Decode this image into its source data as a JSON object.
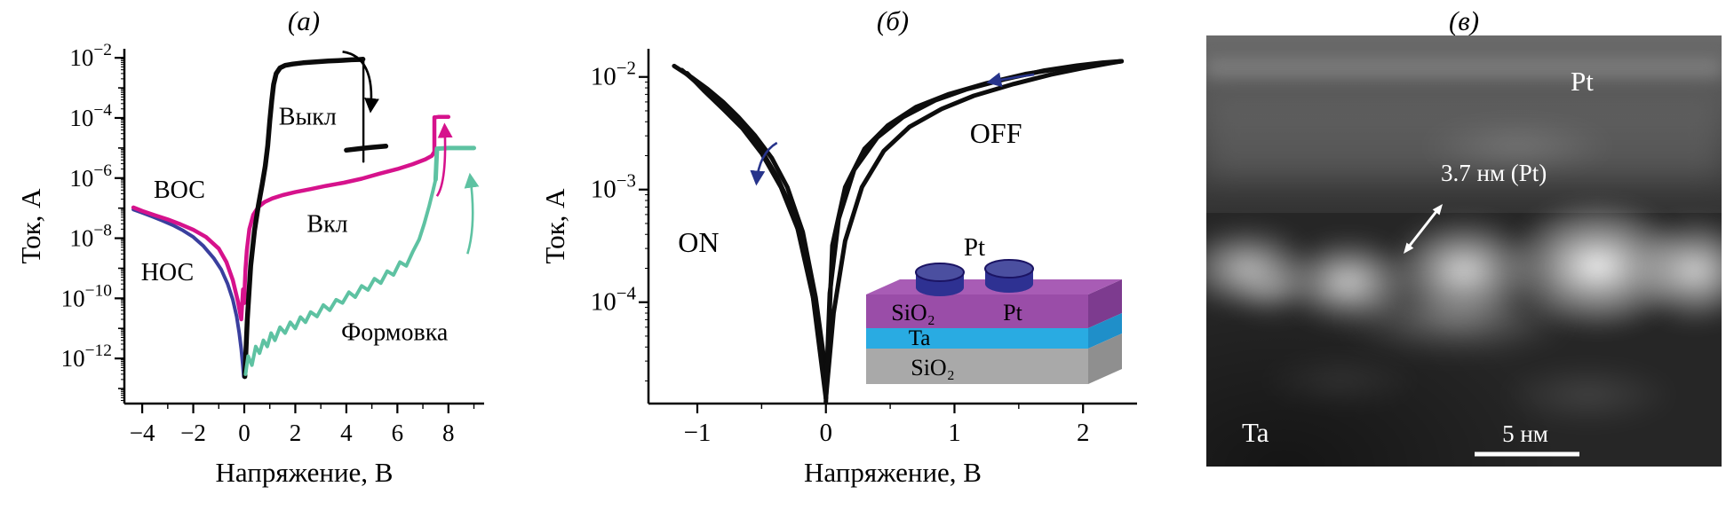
{
  "figure": {
    "background": "#ffffff",
    "panels": [
      {
        "label": "(а)"
      },
      {
        "label": "(б)"
      },
      {
        "label": "(в)"
      }
    ]
  },
  "chart_data": [
    {
      "type": "line",
      "title": "",
      "xlabel": "Напряжение, В",
      "ylabel": "Ток, А",
      "xlim": [
        -4.7,
        9.4
      ],
      "ylim_exp": [
        -13.5,
        -1.7
      ],
      "x_ticks": [
        -4,
        -2,
        0,
        2,
        4,
        6,
        8
      ],
      "x_minor_step": 1,
      "y_tick_exps": [
        -2,
        -4,
        -6,
        -8,
        -10,
        -12
      ],
      "grid": false,
      "series": [
        {
          "name": "hrs-negative-branch",
          "color": "#3a3f9e",
          "width": 4,
          "x": [
            -4.35,
            -4.0,
            -3.6,
            -3.2,
            -2.8,
            -2.4,
            -2.0,
            -1.6,
            -1.2,
            -0.9,
            -0.65,
            -0.45,
            -0.3,
            -0.2,
            -0.12,
            -0.06,
            -0.02
          ],
          "y": [
            9e-08,
            7e-08,
            5.2e-08,
            3.8e-08,
            2.7e-08,
            1.8e-08,
            1.1e-08,
            5.5e-09,
            2.2e-09,
            9e-10,
            3e-10,
            9e-11,
            2.5e-11,
            7e-12,
            2e-12,
            6e-13,
            2.5e-13
          ]
        },
        {
          "name": "set-sweep-magenta",
          "color": "#d6128c",
          "width": 4.5,
          "x": [
            -4.35,
            -4.0,
            -3.5,
            -3.0,
            -2.5,
            -2.0,
            -1.5,
            -1.0,
            -0.7,
            -0.45,
            -0.25,
            -0.12,
            -0.05,
            0.0,
            0.02,
            0.05,
            0.1,
            0.2,
            0.35,
            0.55,
            0.8,
            1.1,
            1.5,
            2.0,
            2.6,
            3.2,
            3.9,
            4.6,
            5.3,
            6.0,
            6.6,
            7.1,
            7.35,
            7.45,
            7.45,
            7.5,
            7.6,
            7.8,
            8.0
          ],
          "y": [
            1.05e-07,
            8e-08,
            5.8e-08,
            4.2e-08,
            2.9e-08,
            1.9e-08,
            1.1e-08,
            4.5e-09,
            1.6e-09,
            4e-10,
            8e-11,
            2e-11,
            2e-10,
            7e-11,
            3e-10,
            1e-09,
            4e-09,
            2e-08,
            6e-08,
            1.1e-07,
            1.6e-07,
            2.1e-07,
            2.7e-07,
            3.4e-07,
            4.3e-07,
            5.5e-07,
            7e-07,
            9.5e-07,
            1.4e-06,
            2e-06,
            2.9e-06,
            4.2e-06,
            5.5e-06,
            7.5e-06,
            0.000105,
            0.000105,
            0.000108,
            0.000108,
            0.000108
          ]
        },
        {
          "name": "reset-sweep-black",
          "color": "#0b0b0b",
          "width": 5.5,
          "x": [
            0.02,
            0.12,
            0.25,
            0.4,
            0.55,
            0.7,
            0.82,
            0.92,
            1.0,
            1.08,
            1.15,
            1.25,
            1.4,
            1.6,
            1.9,
            2.3,
            2.8,
            3.3,
            3.8,
            4.2,
            4.5,
            4.65
          ],
          "y": [
            2.5e-13,
            2e-11,
            1.2e-09,
            1.8e-08,
            1.2e-07,
            6e-07,
            2.5e-06,
            1.2e-05,
            8e-05,
            0.0004,
            0.0013,
            0.003,
            0.0046,
            0.0056,
            0.0062,
            0.0068,
            0.0073,
            0.0078,
            0.0082,
            0.0086,
            0.0088,
            0.009
          ]
        },
        {
          "name": "reset-drop-black",
          "color": "#0b0b0b",
          "width": 2.5,
          "x": [
            4.67,
            4.67
          ],
          "y": [
            0.009,
            3.5e-06
          ]
        },
        {
          "name": "post-reset-segment-black",
          "color": "#0b0b0b",
          "width": 5.5,
          "x": [
            4.0,
            4.5,
            5.0,
            5.55
          ],
          "y": [
            8.5e-06,
            9.5e-06,
            1.05e-05,
            1.15e-05
          ]
        },
        {
          "name": "forming-teal",
          "color": "#5ec2a2",
          "width": 4,
          "x": [
            0.05,
            0.15,
            0.3,
            0.45,
            0.6,
            0.75,
            0.9,
            1.05,
            1.2,
            1.4,
            1.6,
            1.8,
            2.0,
            2.2,
            2.4,
            2.6,
            2.85,
            3.1,
            3.35,
            3.6,
            3.85,
            4.1,
            4.35,
            4.6,
            4.85,
            5.1,
            5.35,
            5.6,
            5.85,
            6.1,
            6.35,
            6.6,
            6.85,
            7.05,
            7.25,
            7.4,
            7.5
          ],
          "y": [
            3e-13,
            1.2e-12,
            6e-13,
            2.5e-12,
            1.5e-12,
            4e-12,
            2.5e-12,
            7e-12,
            4e-12,
            1.1e-11,
            7e-12,
            1.6e-11,
            1e-11,
            2.4e-11,
            1.6e-11,
            3.5e-11,
            2.5e-11,
            6e-11,
            4e-11,
            9e-11,
            7e-11,
            1.6e-10,
            1.1e-10,
            2.6e-10,
            1.9e-10,
            4.5e-10,
            3.2e-10,
            8e-10,
            6e-10,
            1.6e-09,
            1.2e-09,
            3.5e-09,
            9e-09,
            3e-08,
            1.2e-07,
            4e-07,
            9e-07
          ]
        },
        {
          "name": "forming-after-jump-teal",
          "color": "#5ec2a2",
          "width": 5,
          "x": [
            7.5,
            7.55,
            8.0,
            8.5,
            9.0
          ],
          "y": [
            9e-07,
            9.5e-06,
            1e-05,
            1e-05,
            1e-05
          ]
        }
      ],
      "annotations": [
        {
          "text": "Выкл",
          "x": 1.35,
          "y": 6e-05,
          "color": "#000000"
        },
        {
          "text": "Вкл",
          "x": 2.45,
          "y": 1.6e-08,
          "color": "#000000"
        },
        {
          "text": "ВОС",
          "x": -3.55,
          "y": 2.2e-07,
          "color": "#000000"
        },
        {
          "text": "НОС",
          "x": -4.05,
          "y": 4e-10,
          "color": "#000000"
        },
        {
          "text": "Формовка",
          "x": 3.8,
          "y": 4e-12,
          "color": "#000000"
        }
      ],
      "arrows": [
        {
          "x1": 3.85,
          "y1": 0.016,
          "cx": 5.15,
          "cy": 0.011,
          "x2": 4.95,
          "y2": 0.00018,
          "color": "#000000"
        },
        {
          "x1": 7.55,
          "y1": 2.5e-07,
          "cx": 7.95,
          "cy": 8e-07,
          "x2": 7.85,
          "y2": 5.5e-05,
          "color": "#d6128c"
        },
        {
          "x1": 8.75,
          "y1": 3e-09,
          "cx": 9.1,
          "cy": 3e-08,
          "x2": 8.85,
          "y2": 1.2e-06,
          "color": "#5ec2a2"
        }
      ]
    },
    {
      "type": "line",
      "title": "",
      "xlabel": "Напряжение, В",
      "ylabel": "Ток, А",
      "xlim": [
        -1.38,
        2.42
      ],
      "ylim_exp": [
        -4.9,
        -1.75
      ],
      "x_ticks": [
        -1,
        0,
        1,
        2
      ],
      "x_minor_step": 0.5,
      "y_tick_exps": [
        -2,
        -3,
        -4
      ],
      "grid": false,
      "series": [
        {
          "name": "hysteresis-neg-1",
          "color": "#0d0d0d",
          "width": 5,
          "x": [
            -1.18,
            -1.05,
            -0.92,
            -0.8,
            -0.68,
            -0.55,
            -0.42,
            -0.3,
            -0.18,
            -0.08,
            -0.02,
            0
          ],
          "y": [
            0.0125,
            0.01,
            0.0078,
            0.006,
            0.0044,
            0.003,
            0.0019,
            0.00105,
            0.00042,
            0.00011,
            3.5e-05,
            1.6e-05
          ]
        },
        {
          "name": "hysteresis-neg-2",
          "color": "#0d0d0d",
          "width": 5,
          "x": [
            -1.12,
            -1.0,
            -0.88,
            -0.75,
            -0.62,
            -0.5,
            -0.38,
            -0.26,
            -0.15,
            -0.06,
            0
          ],
          "y": [
            0.0115,
            0.0088,
            0.0066,
            0.0048,
            0.0034,
            0.0022,
            0.0013,
            0.00065,
            0.00024,
            6e-05,
            1.5e-05
          ]
        },
        {
          "name": "hysteresis-neg-3",
          "color": "#0d0d0d",
          "width": 5,
          "x": [
            -1.08,
            -0.95,
            -0.8,
            -0.65,
            -0.5,
            -0.35,
            -0.22,
            -0.1,
            0
          ],
          "y": [
            0.0108,
            0.0076,
            0.0052,
            0.0035,
            0.0021,
            0.00105,
            0.00045,
            0.00011,
            1.4e-05
          ]
        },
        {
          "name": "hysteresis-pos-up",
          "color": "#0d0d0d",
          "width": 5,
          "x": [
            0,
            0.06,
            0.15,
            0.28,
            0.45,
            0.65,
            0.9,
            1.15,
            1.45,
            1.75,
            2.0,
            2.2,
            2.3
          ],
          "y": [
            1.4e-05,
            8e-05,
            0.00035,
            0.00105,
            0.0022,
            0.0036,
            0.0052,
            0.0068,
            0.0086,
            0.0105,
            0.012,
            0.0132,
            0.0138
          ]
        },
        {
          "name": "hysteresis-pos-return-1",
          "color": "#0d0d0d",
          "width": 5,
          "x": [
            2.3,
            2.15,
            1.95,
            1.7,
            1.4,
            1.1,
            0.85,
            0.6,
            0.4,
            0.22,
            0.1,
            0.03,
            0
          ],
          "y": [
            0.0138,
            0.0134,
            0.0126,
            0.0114,
            0.0096,
            0.0078,
            0.0062,
            0.0044,
            0.0029,
            0.0015,
            0.00055,
            0.00012,
            1.5e-05
          ]
        },
        {
          "name": "hysteresis-pos-return-2",
          "color": "#0d0d0d",
          "width": 5,
          "x": [
            2.3,
            2.1,
            1.85,
            1.55,
            1.25,
            0.95,
            0.7,
            0.48,
            0.3,
            0.15,
            0.05,
            0
          ],
          "y": [
            0.0138,
            0.013,
            0.012,
            0.0106,
            0.0088,
            0.007,
            0.0054,
            0.0037,
            0.0023,
            0.00105,
            0.00032,
            1.3e-05
          ]
        }
      ],
      "annotations": [
        {
          "text": "ON",
          "x": -1.15,
          "y": 0.00028,
          "color": "#000000"
        },
        {
          "text": "OFF",
          "x": 1.12,
          "y": 0.0026,
          "color": "#000000"
        }
      ],
      "arrows": [
        {
          "x1": -0.38,
          "y1": 0.0026,
          "cx": -0.52,
          "cy": 0.0021,
          "x2": -0.54,
          "y2": 0.00115,
          "color": "#27348b"
        },
        {
          "x1": 1.62,
          "y1": 0.0105,
          "cx": 1.45,
          "cy": 0.0099,
          "x2": 1.27,
          "y2": 0.009,
          "color": "#27348b"
        }
      ],
      "inset": {
        "top_label": "Pt",
        "layer_top_left": "SiO₂",
        "layer_top_right": "Pt",
        "layer_mid": "Ta",
        "layer_bottom": "SiO₂",
        "colors": {
          "top_layer": "#9a4da8",
          "top_face": "#a85cb5",
          "mid_layer": "#29abe2",
          "bottom_layer": "#a9a9a9",
          "cylinder": "#2e3192"
        }
      }
    }
  ],
  "tem": {
    "label_top_right": "Pt",
    "label_bottom_left": "Ta",
    "measurement": "3.7 нм (Pt)",
    "scale_bar": "5 нм"
  }
}
